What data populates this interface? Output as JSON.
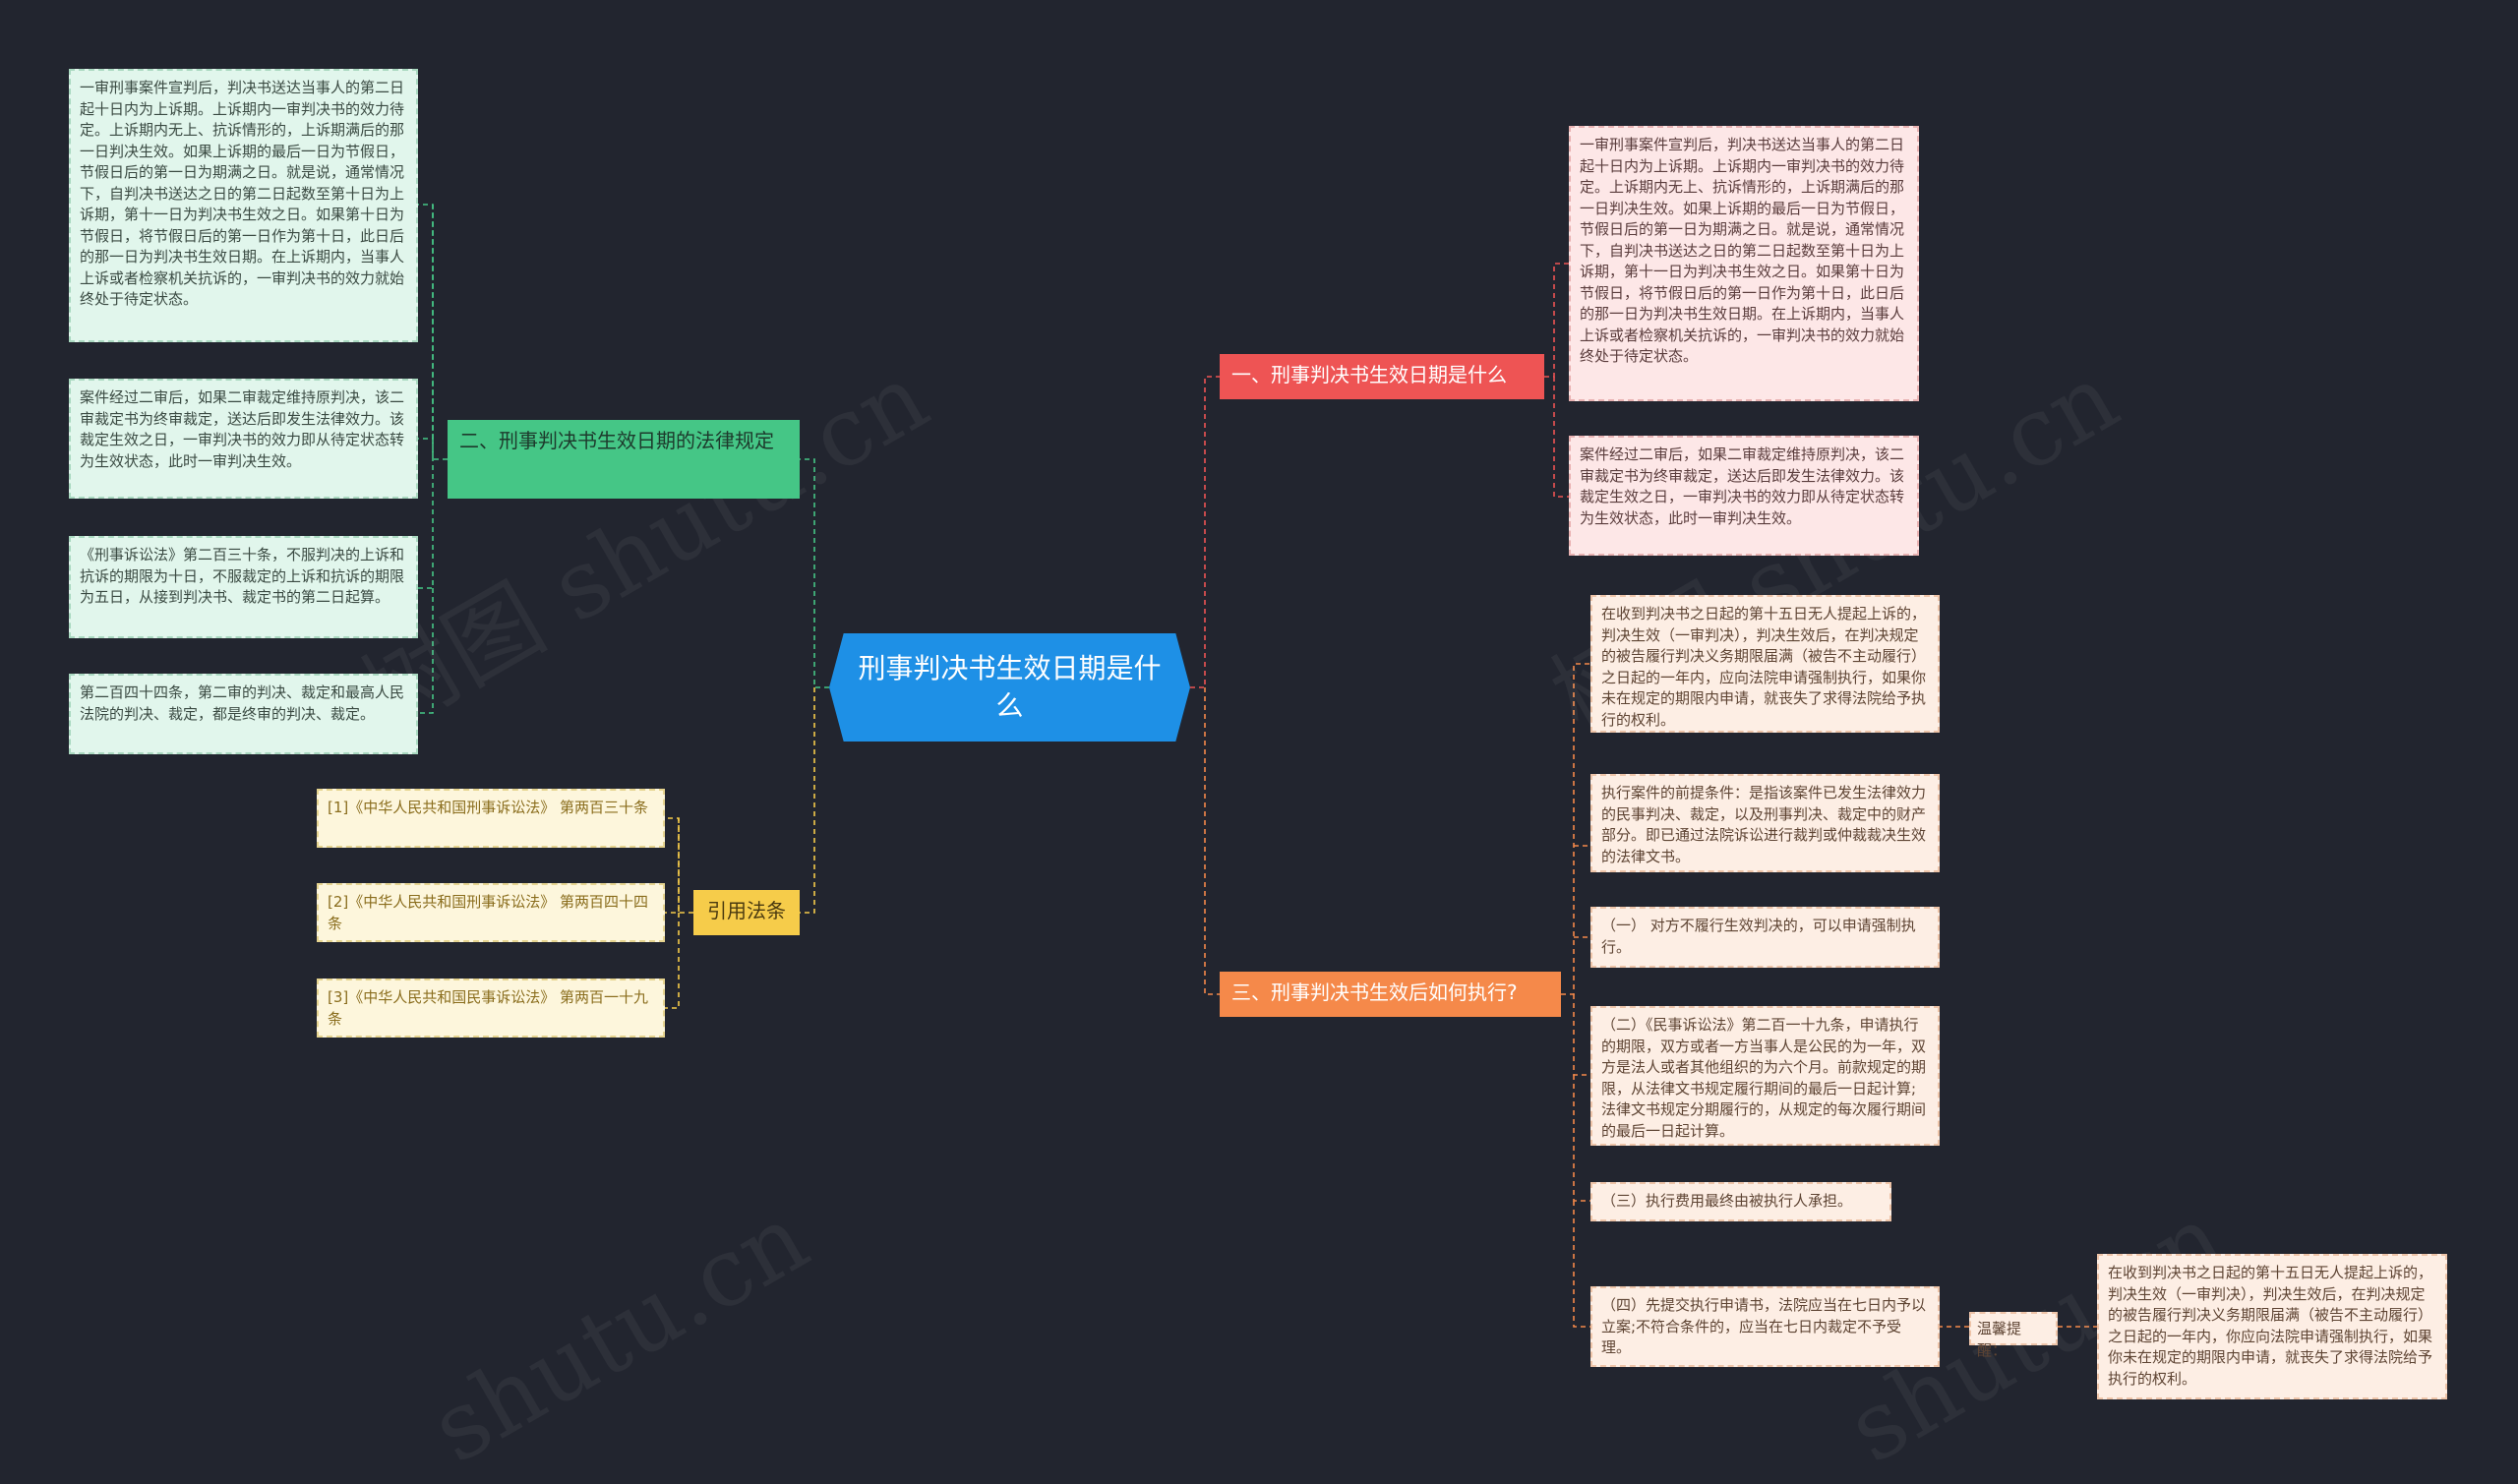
{
  "center": {
    "title": "刑事判决书生效日期是什么"
  },
  "watermarks": [
    "树图 shutu.cn",
    "树图 shutu.cn",
    "shutu.cn",
    "shutu.cn"
  ],
  "right_branches": [
    {
      "title": "一、刑事判决书生效日期是什么",
      "children": [
        "一审刑事案件宣判后，判决书送达当事人的第二日起十日内为上诉期。上诉期内一审判决书的效力待定。上诉期内无上、抗诉情形的，上诉期满后的那一日判决生效。如果上诉期的最后一日为节假日，节假日后的第一日为期满之日。就是说，通常情况下，自判决书送达之日的第二日起数至第十日为上诉期，第十一日为判决书生效之日。如果第十日为节假日，将节假日后的第一日作为第十日，此日后的那一日为判决书生效日期。在上诉期内，当事人上诉或者检察机关抗诉的，一审判决书的效力就始终处于待定状态。",
        "案件经过二审后，如果二审裁定维持原判决，该二审裁定书为终审裁定，送达后即发生法律效力。该裁定生效之日，一审判决书的效力即从待定状态转为生效状态，此时一审判决生效。"
      ]
    },
    {
      "title": "三、刑事判决书生效后如何执行?",
      "children": [
        "在收到判决书之日起的第十五日无人提起上诉的，判决生效（一审判决），判决生效后，在判决规定的被告履行判决义务期限届满（被告不主动履行）之日起的一年内，应向法院申请强制执行，如果你未在规定的期限内申请，就丧失了求得法院给予执行的权利。",
        "执行案件的前提条件：是指该案件已发生法律效力的民事判决、裁定，以及刑事判决、裁定中的财产部分。即已通过法院诉讼进行裁判或仲裁裁决生效的法律文书。",
        "（一） 对方不履行生效判决的，可以申请强制执行。",
        "（二）《民事诉讼法》第二百一十九条，申请执行的期限，双方或者一方当事人是公民的为一年，双方是法人或者其他组织的为六个月。前款规定的期限，从法律文书规定履行期间的最后一日起计算;法律文书规定分期履行的，从规定的每次履行期间的最后一日起计算。",
        "（三）执行费用最终由被执行人承担。",
        "（四）先提交执行申请书，法院应当在七日内予以立案;不符合条件的，应当在七日内裁定不予受理。"
      ],
      "note_label": "温馨提醒：",
      "note_text": "在收到判决书之日起的第十五日无人提起上诉的，判决生效（一审判决），判决生效后，在判决规定的被告履行判决义务期限届满（被告不主动履行）之日起的一年内，你应向法院申请强制执行，如果你未在规定的期限内申请，就丧失了求得法院给予执行的权利。"
    }
  ],
  "left_branches": [
    {
      "title": "二、刑事判决书生效日期的法律规定",
      "children": [
        "一审刑事案件宣判后，判决书送达当事人的第二日起十日内为上诉期。上诉期内一审判决书的效力待定。上诉期内无上、抗诉情形的，上诉期满后的那一日判决生效。如果上诉期的最后一日为节假日，节假日后的第一日为期满之日。就是说，通常情况下，自判决书送达之日的第二日起数至第十日为上诉期，第十一日为判决书生效之日。如果第十日为节假日，将节假日后的第一日作为第十日，此日后的那一日为判决书生效日期。在上诉期内，当事人上诉或者检察机关抗诉的，一审判决书的效力就始终处于待定状态。",
        "案件经过二审后，如果二审裁定维持原判决，该二审裁定书为终审裁定，送达后即发生法律效力。该裁定生效之日，一审判决书的效力即从待定状态转为生效状态，此时一审判决生效。",
        "《刑事诉讼法》第二百三十条，不服判决的上诉和抗诉的期限为十日，不服裁定的上诉和抗诉的期限为五日，从接到判决书、裁定书的第二日起算。",
        "第二百四十四条，第二审的判决、裁定和最高人民法院的判决、裁定，都是终审的判决、裁定。"
      ]
    },
    {
      "title": "引用法条",
      "children": [
        "[1]《中华人民共和国刑事诉讼法》 第两百三十条",
        "[2]《中华人民共和国刑事诉讼法》 第两百四十四条",
        "[3]《中华人民共和国民事诉讼法》 第两百一十九条"
      ]
    }
  ],
  "colors": {
    "background": "#22252f",
    "center": "#1e90e6",
    "branch1": "#ee5454",
    "branch2": "#45c686",
    "branch3": "#f5894a",
    "branch4": "#f6cc4a"
  }
}
